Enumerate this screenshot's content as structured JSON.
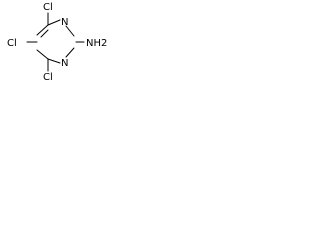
{
  "molecule": {
    "atoms": {
      "cl_top": "Cl",
      "cl_left": "Cl",
      "cl_bottom": "Cl",
      "n_top": "N",
      "n_bottom": "N",
      "amine": "NH2"
    },
    "colors": {
      "bond": "#000000",
      "text": "#000000",
      "background": "#ffffff"
    }
  }
}
